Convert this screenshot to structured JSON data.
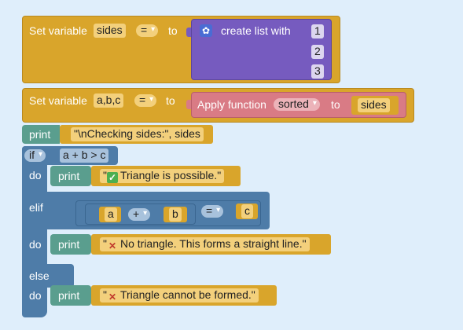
{
  "colors": {
    "workspace": "#dfeefb",
    "variables_block": "#d9a52b",
    "lists_block": "#765bbf",
    "procedures_block": "#d97b85",
    "text_block": "#5a9e8e",
    "logic_block": "#4e7ca8",
    "value_chip": "#f3d07c"
  },
  "blocks": {
    "set_sides": {
      "label": "Set variable",
      "variable": "sides",
      "operator": "=",
      "to_label": "to",
      "list": {
        "icon": "gear-icon",
        "label": "create list with",
        "items": [
          "1",
          "2",
          "3"
        ]
      }
    },
    "set_abc": {
      "label": "Set variable",
      "variable": "a,b,c",
      "operator": "=",
      "to_label": "to",
      "apply": {
        "label": "Apply function",
        "function": "sorted",
        "to_label": "to",
        "argument": "sides"
      }
    },
    "print_checking": {
      "label": "print",
      "value": "\"\\nChecking sides:\", sides"
    },
    "if_block": {
      "if_label": "if",
      "condition": "a + b > c",
      "do_label": "do",
      "do_print": {
        "label": "print",
        "text": "Triangle is possible.\"",
        "icon": "check-icon"
      },
      "elif_label": "elif",
      "elif_condition": {
        "left": "a",
        "plus": "+",
        "right": "b",
        "operator": "=",
        "compare": "c"
      },
      "elif_do_label": "do",
      "elif_print": {
        "label": "print",
        "text": "No triangle. This forms a straight line.\"",
        "icon": "cross-icon"
      },
      "else_label": "else",
      "else_do_label": "do",
      "else_print": {
        "label": "print",
        "text": "Triangle cannot be formed.\"",
        "icon": "cross-icon"
      }
    }
  }
}
